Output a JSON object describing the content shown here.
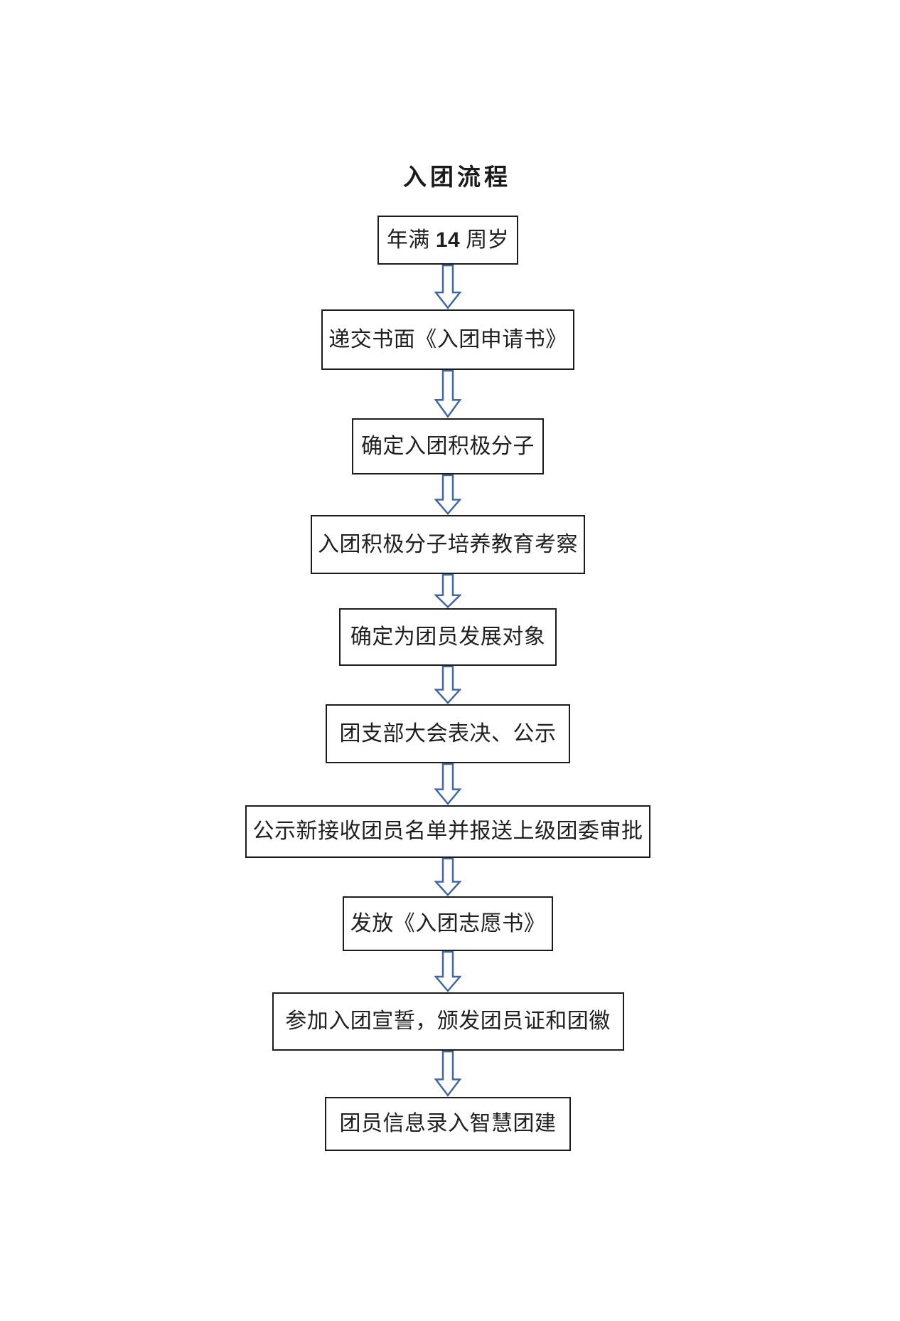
{
  "title": "入团流程",
  "colors": {
    "arrow": "#44679E",
    "box_border": "#1C1C1C",
    "text": "#1F1F1F",
    "background": "#FFFFFF"
  },
  "flow": {
    "steps": [
      {
        "prefix": "年满 ",
        "num": "14",
        "suffix": " 周岁"
      },
      {
        "label": "递交书面《入团申请书》"
      },
      {
        "label": "确定入团积极分子"
      },
      {
        "label": "入团积极分子培养教育考察"
      },
      {
        "label": "确定为团员发展对象"
      },
      {
        "label": "团支部大会表决、公示"
      },
      {
        "label": "公示新接收团员名单并报送上级团委审批"
      },
      {
        "label": "发放《入团志愿书》"
      },
      {
        "label": "参加入团宣誓，颁发团员证和团徽"
      },
      {
        "label": "团员信息录入智慧团建"
      }
    ]
  }
}
